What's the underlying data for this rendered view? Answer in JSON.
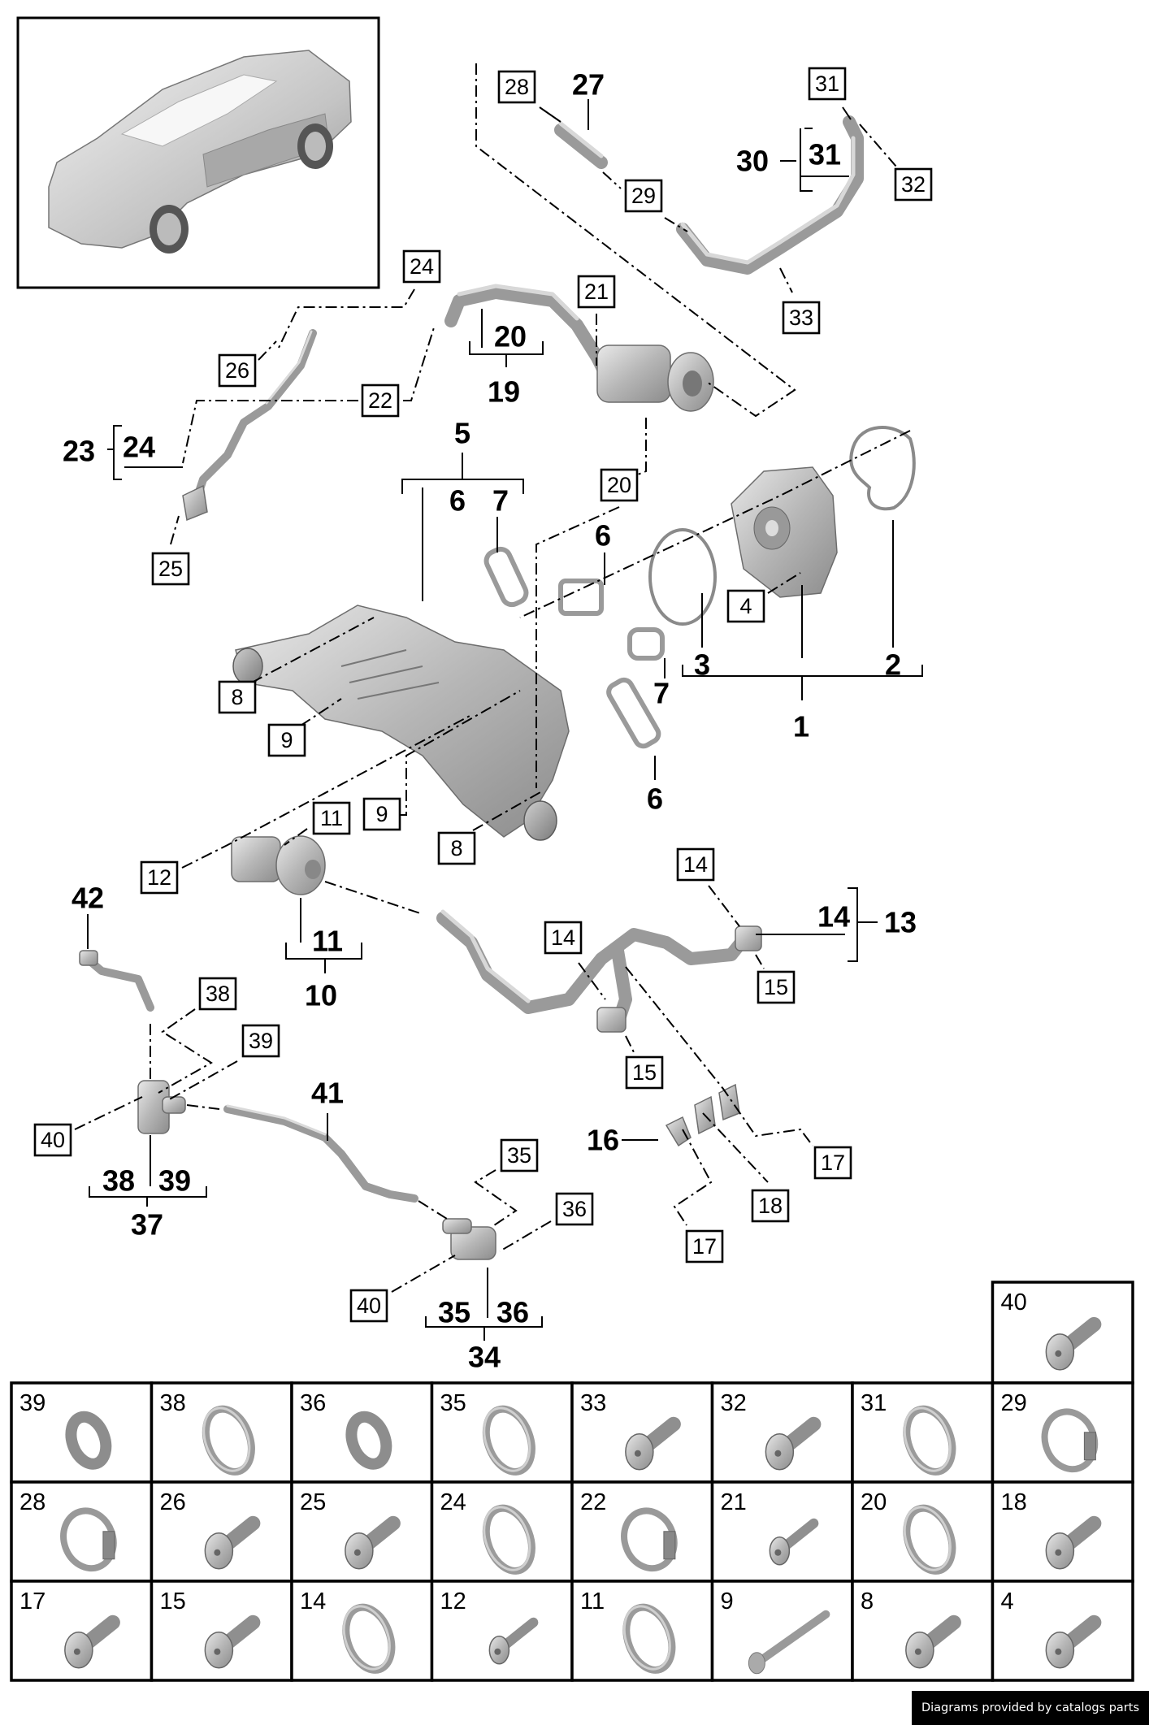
{
  "diagram": {
    "overview_image": "vehicle-overview-car",
    "callouts": [
      {
        "id": "c28",
        "num": "28"
      },
      {
        "id": "c31a",
        "num": "31"
      },
      {
        "id": "c32",
        "num": "32"
      },
      {
        "id": "c29",
        "num": "29"
      },
      {
        "id": "c33",
        "num": "33"
      },
      {
        "id": "c24a",
        "num": "24"
      },
      {
        "id": "c21",
        "num": "21"
      },
      {
        "id": "c26",
        "num": "26"
      },
      {
        "id": "c22",
        "num": "22"
      },
      {
        "id": "c25",
        "num": "25"
      },
      {
        "id": "c20",
        "num": "20"
      },
      {
        "id": "c4",
        "num": "4"
      },
      {
        "id": "c8a",
        "num": "8"
      },
      {
        "id": "c9a",
        "num": "9"
      },
      {
        "id": "c9b",
        "num": "9"
      },
      {
        "id": "c8b",
        "num": "8"
      },
      {
        "id": "c12",
        "num": "12"
      },
      {
        "id": "c11",
        "num": "11"
      },
      {
        "id": "c14a",
        "num": "14"
      },
      {
        "id": "c14b",
        "num": "14"
      },
      {
        "id": "c15a",
        "num": "15"
      },
      {
        "id": "c15b",
        "num": "15"
      },
      {
        "id": "c17a",
        "num": "17"
      },
      {
        "id": "c18",
        "num": "18"
      },
      {
        "id": "c17b",
        "num": "17"
      },
      {
        "id": "c38",
        "num": "38"
      },
      {
        "id": "c39",
        "num": "39"
      },
      {
        "id": "c40a",
        "num": "40"
      },
      {
        "id": "c35",
        "num": "35"
      },
      {
        "id": "c36",
        "num": "36"
      },
      {
        "id": "c40b",
        "num": "40"
      }
    ],
    "groups": {
      "g27": "27",
      "g30": "30",
      "g31": "31",
      "g20": "20",
      "g19": "19",
      "g23": "23",
      "g24": "24",
      "g5": "5",
      "g6a": "6",
      "g7a": "7",
      "g6b": "6",
      "g3": "3",
      "g2": "2",
      "g1": "1",
      "g7b": "7",
      "g6c": "6",
      "g11": "11",
      "g10": "10",
      "g14": "14",
      "g13": "13",
      "g16": "16",
      "g42": "42",
      "g41": "41",
      "g38": "38",
      "g39": "39",
      "g37": "37",
      "g35": "35",
      "g36": "36",
      "g34": "34"
    }
  },
  "parts_table": {
    "top_cell": {
      "num": "40",
      "icon": "torx-bolt-icon"
    },
    "rows": [
      [
        {
          "num": "39",
          "icon": "slotted-ring-icon"
        },
        {
          "num": "38",
          "icon": "o-ring-icon"
        },
        {
          "num": "36",
          "icon": "slotted-ring-icon"
        },
        {
          "num": "35",
          "icon": "o-ring-icon"
        },
        {
          "num": "33",
          "icon": "flange-screw-icon"
        },
        {
          "num": "32",
          "icon": "hex-bolt-icon"
        },
        {
          "num": "31",
          "icon": "o-ring-icon"
        },
        {
          "num": "29",
          "icon": "hose-clamp-icon"
        }
      ],
      [
        {
          "num": "28",
          "icon": "hose-clamp-icon"
        },
        {
          "num": "26",
          "icon": "torx-bolt-icon"
        },
        {
          "num": "25",
          "icon": "torx-bolt-icon"
        },
        {
          "num": "24",
          "icon": "o-ring-icon"
        },
        {
          "num": "22",
          "icon": "hose-clamp-icon"
        },
        {
          "num": "21",
          "icon": "socket-cap-screw-icon"
        },
        {
          "num": "20",
          "icon": "o-ring-icon"
        },
        {
          "num": "18",
          "icon": "flange-screw-icon"
        }
      ],
      [
        {
          "num": "17",
          "icon": "flange-screw-icon"
        },
        {
          "num": "15",
          "icon": "torx-bolt-icon"
        },
        {
          "num": "14",
          "icon": "o-ring-icon"
        },
        {
          "num": "12",
          "icon": "socket-cap-screw-icon"
        },
        {
          "num": "11",
          "icon": "o-ring-icon"
        },
        {
          "num": "9",
          "icon": "long-bolt-icon"
        },
        {
          "num": "8",
          "icon": "hex-bolt-icon"
        },
        {
          "num": "4",
          "icon": "torx-bolt-icon"
        }
      ]
    ]
  },
  "footer": {
    "credit": "Diagrams provided by catalogs parts"
  }
}
